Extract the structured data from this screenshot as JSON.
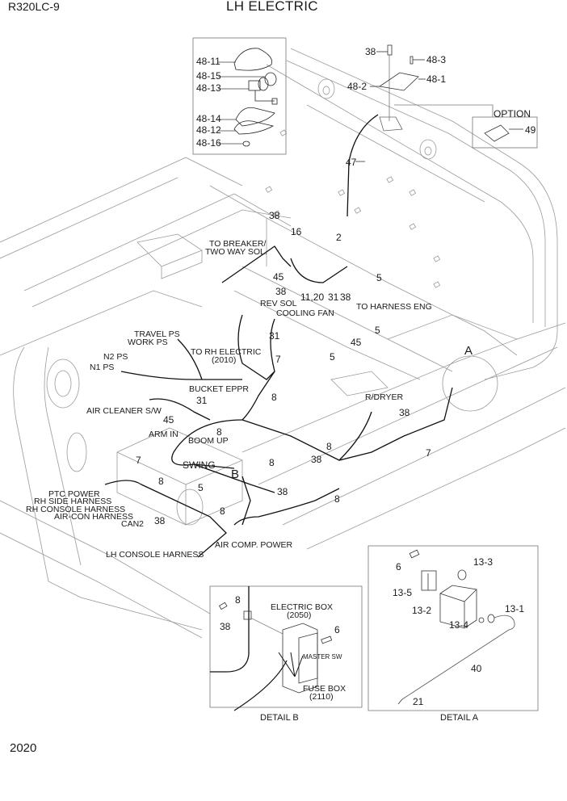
{
  "header": {
    "model": "R320LC-9",
    "title": "LH ELECTRIC"
  },
  "footer": {
    "page_number": "2020"
  },
  "lamp_inset": {
    "callouts": [
      "48-11",
      "48-15",
      "48-13",
      "48-14",
      "48-12",
      "48-16"
    ]
  },
  "option_inset": {
    "title": "OPTION",
    "callout": "49"
  },
  "top_callouts": {
    "c38": "38",
    "c48_3": "48-3",
    "c48_2": "48-2",
    "c48_1": "48-1",
    "c47": "47"
  },
  "main_labels": {
    "to_breaker_line1": "TO BREAKER/",
    "to_breaker_line2": "TWO WAY SOL.",
    "rev_sol": "REV SOL",
    "cooling_fan": "COOLING FAN",
    "to_harness_eng": "TO HARNESS ENG",
    "travel_ps": "TRAVEL PS",
    "work_ps": "WORK PS",
    "to_rh_electric": "TO RH ELECTRIC",
    "to_rh_electric_code": "(2010)",
    "n2_ps": "N2 PS",
    "n1_ps": "N1 PS",
    "bucket_eppr": "BUCKET EPPR",
    "air_cleaner_sw": "AIR CLEANER S/W",
    "arm_in": "ARM IN",
    "boom_up": "BOOM UP",
    "swing": "SWING",
    "ptc_power": "PTC POWER",
    "rh_side_harness": "RH SIDE HARNESS",
    "rh_console_harness": "RH CONSOLE HARNESS",
    "air_con_harness": "AIR-CON HARNESS",
    "can2": "CAN2",
    "lh_console_harness": "LH CONSOLE HARNESS",
    "air_comp_power": "AIR COMP. POWER",
    "r_dryer": "R/DRYER",
    "detail_a_marker": "A",
    "detail_b_marker": "B"
  },
  "main_callouts": [
    {
      "id": "c38a",
      "text": "38"
    },
    {
      "id": "c16",
      "text": "16"
    },
    {
      "id": "c2",
      "text": "2"
    },
    {
      "id": "c45a",
      "text": "45"
    },
    {
      "id": "c38b",
      "text": "38"
    },
    {
      "id": "c11_20",
      "text": "11,20"
    },
    {
      "id": "c31a",
      "text": "31"
    },
    {
      "id": "c38c",
      "text": "38"
    },
    {
      "id": "c5a",
      "text": "5"
    },
    {
      "id": "c31b",
      "text": "31"
    },
    {
      "id": "c5b",
      "text": "5"
    },
    {
      "id": "c45b",
      "text": "45"
    },
    {
      "id": "c5c",
      "text": "5"
    },
    {
      "id": "c7a",
      "text": "7"
    },
    {
      "id": "c31c",
      "text": "31"
    },
    {
      "id": "c45c",
      "text": "45"
    },
    {
      "id": "c8a",
      "text": "8"
    },
    {
      "id": "c8b",
      "text": "8"
    },
    {
      "id": "c8c",
      "text": "8"
    },
    {
      "id": "c38d",
      "text": "38"
    },
    {
      "id": "c8d",
      "text": "8"
    },
    {
      "id": "c38e",
      "text": "38"
    },
    {
      "id": "c8e",
      "text": "8"
    },
    {
      "id": "c7b",
      "text": "7"
    },
    {
      "id": "c8f",
      "text": "8"
    },
    {
      "id": "c5d",
      "text": "5"
    },
    {
      "id": "c38f",
      "text": "38"
    },
    {
      "id": "c8g",
      "text": "8"
    },
    {
      "id": "c38g",
      "text": "38"
    },
    {
      "id": "c7c",
      "text": "7"
    },
    {
      "id": "c8h",
      "text": "8"
    }
  ],
  "detail_b": {
    "caption": "DETAIL B",
    "electric_box": "ELECTRIC BOX",
    "electric_box_code": "(2050)",
    "master_sw": "MASTER SW",
    "fuse_box": "FUSE BOX",
    "fuse_box_code": "(2110)",
    "c8": "8",
    "c38": "38",
    "c6": "6"
  },
  "detail_a": {
    "caption": "DETAIL  A",
    "callouts": {
      "c6": "6",
      "c13_3": "13-3",
      "c13_5": "13-5",
      "c13_2": "13-2",
      "c13_4": "13-4",
      "c13_1": "13-1",
      "c40": "40",
      "c21": "21"
    }
  }
}
